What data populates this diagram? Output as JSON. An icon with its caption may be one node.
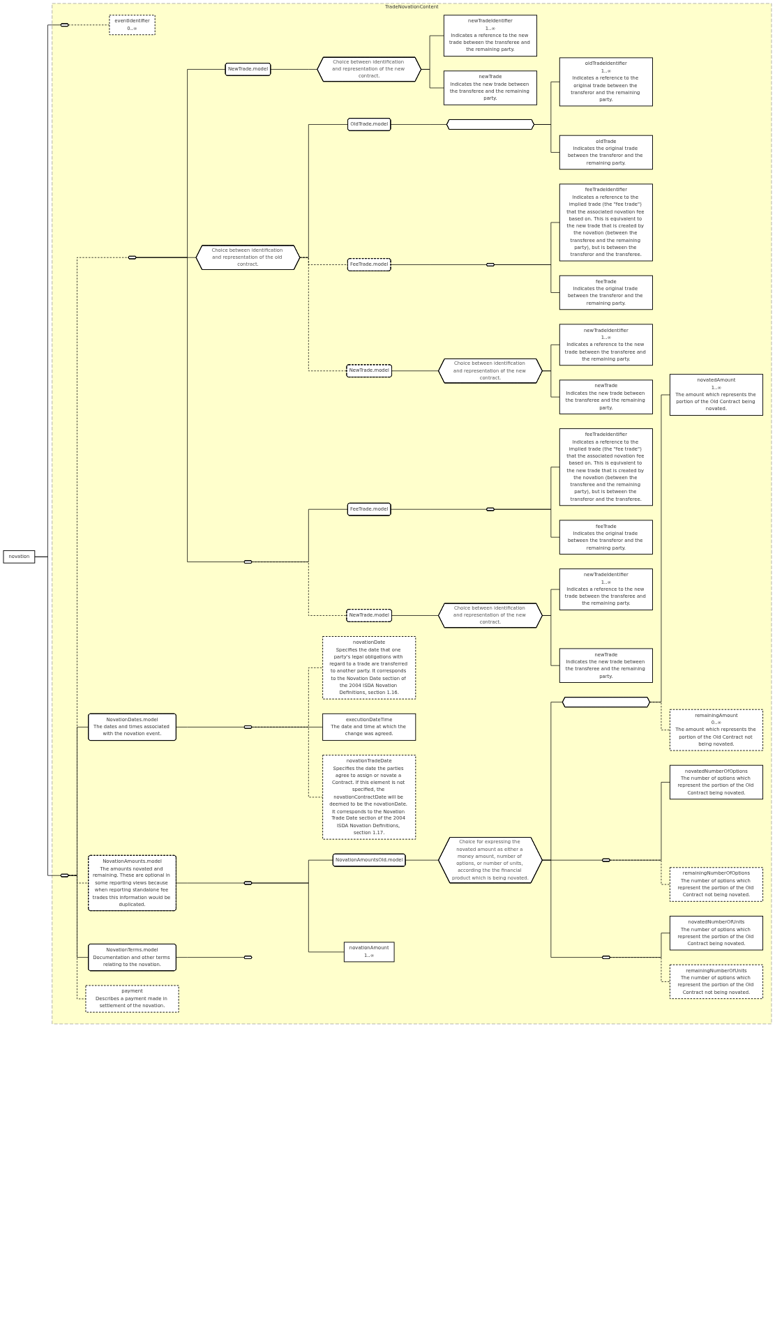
{
  "diagram": {
    "nodes": [
      {
        "text": [
          "novation"
        ]
      },
      {
        "text": [
          "TradeNovationContent"
        ]
      },
      {
        "text": [],
        "shape": "hexagon",
        "in": 1
      },
      {
        "text": [
          "eventIdentifier",
          "0..∞"
        ],
        "in": 1
      },
      {
        "text": [],
        "shape": "hexagon",
        "in": 1
      },
      {
        "text": [],
        "shape": "hexagon",
        "in": 1
      },
      {
        "text": [
          "NewTrade.model"
        ],
        "in": 1
      },
      {
        "text": [
          "Choice between identification and representation of the new contract."
        ],
        "in": 1
      },
      {
        "text": [
          "newTradeIdentifier",
          "1..∞",
          "Indicates a reference to the new trade between the transferee and the remaining party."
        ],
        "in": 1
      },
      {
        "text": [
          "newTrade",
          "Indicates the new trade between the transferee and the remaining party."
        ],
        "in": 1
      },
      {
        "text": [
          "Choice between identification and representation of the old contract."
        ],
        "in": 1
      },
      {
        "text": [
          "OldTrade.model"
        ],
        "in": 1
      },
      {
        "text": [],
        "shape": "hexagon",
        "in": 1
      },
      {
        "text": [
          "oldTradeIdentifier",
          "1..∞",
          "Indicates a reference to the original trade between the transferor and the remaining party."
        ],
        "in": 1
      },
      {
        "text": [
          "oldTrade",
          "Indicates the original trade between the transferor and the remaining party."
        ],
        "in": 1
      },
      {
        "text": [
          "FeeTrade.model"
        ],
        "in": 1
      },
      {
        "text": [],
        "shape": "hexagon",
        "in": 1
      },
      {
        "text": [
          "feeTradeIdentifier",
          "Indicates a reference to the implied trade (the \"fee trade\") that the associated novation fee based on. This is equivalent to the new trade that is created by the novation (between the transferee and the remaining party), but is between the transferor and the transferee."
        ],
        "in": 1
      },
      {
        "text": [
          "feeTrade",
          "Indicates the original trade between the transferor and the remaining party."
        ],
        "in": 1
      },
      {
        "text": [
          "NewTrade.model"
        ],
        "in": 1
      },
      {
        "text": [
          "Choice between identification and representation of the new contract."
        ],
        "in": 1
      },
      {
        "text": [
          "newTradeIdentifier",
          "1..∞",
          "Indicates a reference to the new trade between the transferee and the remaining party."
        ],
        "in": 1
      },
      {
        "text": [
          "newTrade",
          "Indicates the new trade between the transferee and the remaining party."
        ],
        "in": 1
      },
      {
        "text": [],
        "shape": "hexagon",
        "in": 1
      },
      {
        "text": [
          "FeeTrade.model"
        ],
        "in": 1
      },
      {
        "text": [],
        "shape": "hexagon",
        "in": 1
      },
      {
        "text": [
          "feeTradeIdentifier",
          "Indicates a reference to the implied trade (the \"fee trade\") that the associated novation fee based on. This is equivalent to the new trade that is created by the novation (between the transferee and the remaining party), but is between the transferor and the transferee."
        ],
        "in": 1
      },
      {
        "text": [
          "feeTrade",
          "Indicates the original trade between the transferor and the remaining party."
        ],
        "in": 1
      },
      {
        "text": [
          "NewTrade.model"
        ],
        "in": 1
      },
      {
        "text": [
          "Choice between identification and representation of the new contract."
        ],
        "in": 1
      },
      {
        "text": [
          "newTradeIdentifier",
          "1..∞",
          "Indicates a reference to the new trade between the transferee and the remaining party."
        ],
        "in": 1
      },
      {
        "text": [
          "newTrade",
          "Indicates the new trade between the transferee and the remaining party."
        ],
        "in": 1
      },
      {
        "text": [
          "NovationDates.model",
          "The dates and times associated with the novation event."
        ],
        "in": 1
      },
      {
        "text": [],
        "shape": "hexagon",
        "in": 1
      },
      {
        "text": [
          "novationDate",
          "Specifies the date that one party's legal obligations with regard to a trade are transferred to another party. It corresponds to the Novation Date section of the 2004 ISDA Novation Definitions, section 1.16."
        ],
        "in": 1
      },
      {
        "text": [
          "executionDateTime",
          "The date and time at which the change was agreed."
        ],
        "in": 1
      },
      {
        "text": [
          "novationTradeDate",
          "Specifies the date the parties agree to assign or novate a Contract. If this element is not specified, the novationContractDate will be deemed to be the novationDate. It corresponds to the Novation Trade Date section of the 2004 ISDA Novation Definitions, section 1.17."
        ],
        "in": 1
      },
      {
        "text": [
          "NovationAmounts.model",
          "The amounts novated and remaining. These are optional in some reporting views because when reporting standalone fee trades this information would be duplicated."
        ],
        "in": 1
      },
      {
        "text": [],
        "shape": "hexagon",
        "in": 1
      },
      {
        "text": [
          "NovationAmountsOld.model"
        ],
        "in": 1
      },
      {
        "text": [
          "Choice for expressing the novated amount as either a money amount, number of options, or number of units, according the the financial product which is being novated."
        ],
        "in": 1
      },
      {
        "text": [],
        "shape": "hexagon",
        "in": 1
      },
      {
        "text": [
          "novatedAmount",
          "1..∞",
          "The amount which represents the portion of the Old Contract being novated."
        ],
        "in": 1
      },
      {
        "text": [
          "remainingAmount",
          "0..∞",
          "The amount which represents the portion of the Old Contract not being novated."
        ],
        "in": 1
      },
      {
        "text": [],
        "shape": "hexagon",
        "in": 1
      },
      {
        "text": [
          "novatedNumberOfOptions",
          "The number of options which represent the portion of the Old Contract being novated."
        ],
        "in": 1
      },
      {
        "text": [
          "remainingNumberOfOptions",
          "The number of options which represent the portion of the Old Contract not being novated."
        ],
        "in": 1
      },
      {
        "text": [],
        "shape": "hexagon",
        "in": 1
      },
      {
        "text": [
          "novatedNumberOfUnits",
          "The number of options which represent the portion of the Old Contract being novated."
        ],
        "in": 1
      },
      {
        "text": [
          "remainingNumberOfUnits",
          "The number of options which represent the portion of the Old Contract not being novated."
        ],
        "in": 1
      },
      {
        "text": [
          "novationAmount",
          "1..∞"
        ],
        "in": 1
      },
      {
        "text": [
          "NovationTerms.model",
          "Documentation and other terms relating to the novation."
        ],
        "in": 1
      },
      {
        "text": [],
        "shape": "hexagon",
        "in": 1
      },
      {
        "text": [
          "payment",
          "Describes a payment made in settlement of the novation."
        ],
        "in": 1
      }
    ],
    "edges": [
      {
        "from": 0,
        "to": 2,
        "arrow": "none"
      },
      {
        "from": 2,
        "to": 3,
        "arrow": "none",
        "style": "dashed"
      },
      {
        "from": 0,
        "to": 4,
        "arrow": "none"
      },
      {
        "from": 4,
        "to": 5,
        "arrow": "none",
        "style": "dashed"
      },
      {
        "from": 5,
        "to": 6,
        "arrow": "none"
      },
      {
        "from": 6,
        "to": 7,
        "arrow": "none"
      },
      {
        "from": 7,
        "to": 8,
        "arrow": "none"
      },
      {
        "from": 7,
        "to": 9,
        "arrow": "none"
      },
      {
        "from": 5,
        "to": 10,
        "arrow": "none"
      },
      {
        "from": 10,
        "to": 11,
        "arrow": "none"
      },
      {
        "from": 11,
        "to": 12,
        "arrow": "none"
      },
      {
        "from": 12,
        "to": 13,
        "arrow": "none"
      },
      {
        "from": 12,
        "to": 14,
        "arrow": "none"
      },
      {
        "from": 10,
        "to": 15,
        "arrow": "none",
        "style": "dashed"
      },
      {
        "from": 15,
        "to": 16,
        "arrow": "none"
      },
      {
        "from": 16,
        "to": 17,
        "arrow": "none"
      },
      {
        "from": 16,
        "to": 18,
        "arrow": "none"
      },
      {
        "from": 10,
        "to": 19,
        "arrow": "none",
        "style": "dashed"
      },
      {
        "from": 19,
        "to": 20,
        "arrow": "none"
      },
      {
        "from": 20,
        "to": 21,
        "arrow": "none"
      },
      {
        "from": 20,
        "to": 22,
        "arrow": "none"
      },
      {
        "from": 5,
        "to": 23,
        "arrow": "none"
      },
      {
        "from": 23,
        "to": 24,
        "arrow": "none"
      },
      {
        "from": 24,
        "to": 25,
        "arrow": "none"
      },
      {
        "from": 25,
        "to": 26,
        "arrow": "none"
      },
      {
        "from": 25,
        "to": 27,
        "arrow": "none"
      },
      {
        "from": 23,
        "to": 28,
        "arrow": "none",
        "style": "dashed"
      },
      {
        "from": 28,
        "to": 29,
        "arrow": "none"
      },
      {
        "from": 29,
        "to": 30,
        "arrow": "none"
      },
      {
        "from": 29,
        "to": 31,
        "arrow": "none"
      },
      {
        "from": 4,
        "to": 32,
        "arrow": "none"
      },
      {
        "from": 32,
        "to": 33,
        "arrow": "none"
      },
      {
        "from": 33,
        "to": 34,
        "arrow": "none",
        "style": "dashed"
      },
      {
        "from": 33,
        "to": 35,
        "arrow": "none"
      },
      {
        "from": 33,
        "to": 36,
        "arrow": "none",
        "style": "dashed"
      },
      {
        "from": 4,
        "to": 37,
        "arrow": "none",
        "style": "dashed"
      },
      {
        "from": 37,
        "to": 38,
        "arrow": "none"
      },
      {
        "from": 38,
        "to": 39,
        "arrow": "none"
      },
      {
        "from": 39,
        "to": 40,
        "arrow": "none"
      },
      {
        "from": 40,
        "to": 41,
        "arrow": "none"
      },
      {
        "from": 41,
        "to": 42,
        "arrow": "none"
      },
      {
        "from": 41,
        "to": 43,
        "arrow": "none",
        "style": "dashed"
      },
      {
        "from": 40,
        "to": 44,
        "arrow": "none"
      },
      {
        "from": 44,
        "to": 45,
        "arrow": "none"
      },
      {
        "from": 44,
        "to": 46,
        "arrow": "none",
        "style": "dashed"
      },
      {
        "from": 40,
        "to": 47,
        "arrow": "none"
      },
      {
        "from": 47,
        "to": 48,
        "arrow": "none"
      },
      {
        "from": 47,
        "to": 49,
        "arrow": "none",
        "style": "dashed"
      },
      {
        "from": 38,
        "to": 50,
        "arrow": "none"
      },
      {
        "from": 4,
        "to": 51,
        "arrow": "none"
      },
      {
        "from": 51,
        "to": 52,
        "arrow": "none"
      },
      {
        "from": 4,
        "to": 53,
        "arrow": "none",
        "style": "dashed"
      }
    ]
  }
}
